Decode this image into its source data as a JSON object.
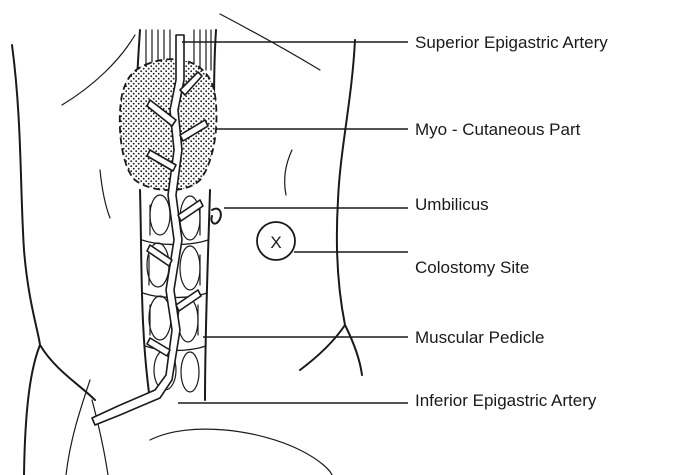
{
  "labels": {
    "superior_epigastric_artery": "Superior Epigastric Artery",
    "myo_cutaneous_part": "Myo - Cutaneous Part",
    "umbilicus": "Umbilicus",
    "colostomy_site": "Colostomy Site",
    "muscular_pedicle": "Muscular Pedicle",
    "inferior_epigastric_artery": "Inferior Epigastric Artery"
  },
  "colostomy_mark": "X",
  "colors": {
    "ink": "#1a1a1a",
    "background": "#ffffff"
  }
}
